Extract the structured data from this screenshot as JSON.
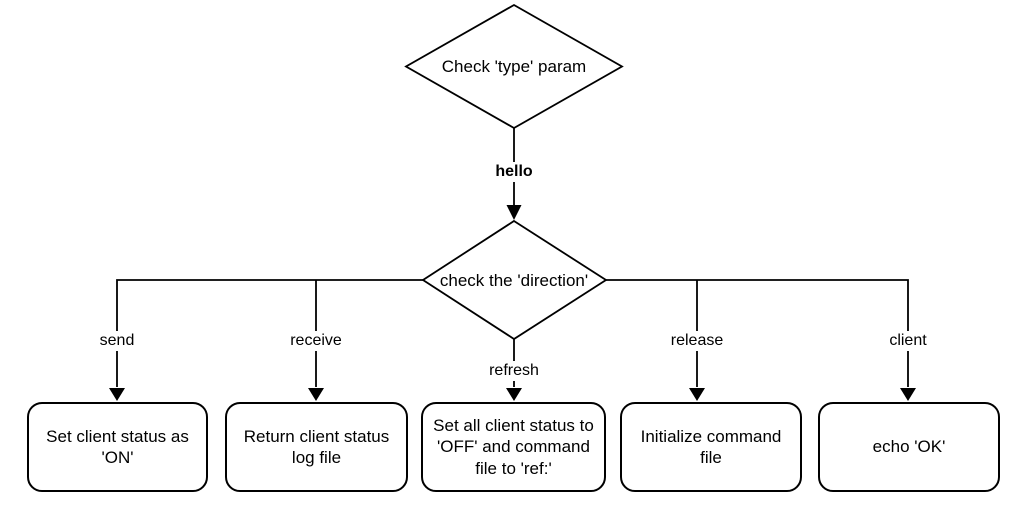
{
  "diagram": {
    "type": "flowchart",
    "nodes": {
      "check_type": "Check 'type' param",
      "check_direction": "check the 'direction'"
    },
    "edge_labels": {
      "hello": "hello"
    },
    "branches": [
      {
        "label": "send",
        "action": "Set client status as\n'ON'"
      },
      {
        "label": "receive",
        "action": "Return client status\nlog file"
      },
      {
        "label": "refresh",
        "action": "Set all client status to\n'OFF' and command\nfile to 'ref:'"
      },
      {
        "label": "release",
        "action": "Initialize command\nfile"
      },
      {
        "label": "client",
        "action": "echo 'OK'"
      }
    ],
    "colors": {
      "stroke": "#000000",
      "background": "#ffffff",
      "text": "#000000"
    }
  }
}
